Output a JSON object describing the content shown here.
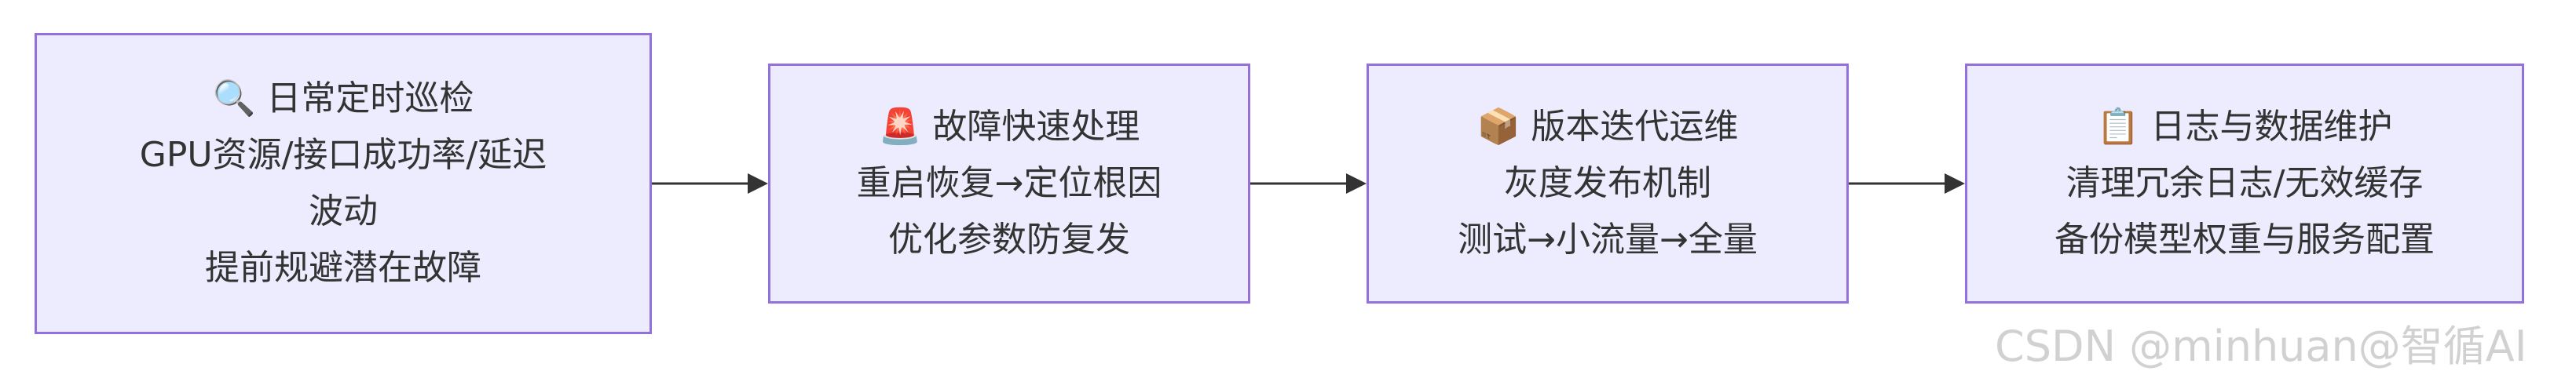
{
  "nodes": [
    {
      "icon": "magnifying-glass-icon",
      "icon_glyph": "🔍",
      "title": "日常定时巡检",
      "lines": [
        "GPU资源/接口成功率/延迟",
        "波动",
        "提前规避潜在故障"
      ]
    },
    {
      "icon": "siren-icon",
      "icon_glyph": "🚨",
      "title": "故障快速处理",
      "lines": [
        "重启恢复→定位根因",
        "优化参数防复发"
      ]
    },
    {
      "icon": "package-icon",
      "icon_glyph": "📦",
      "title": "版本迭代运维",
      "lines": [
        "灰度发布机制",
        "测试→小流量→全量"
      ]
    },
    {
      "icon": "clipboard-icon",
      "icon_glyph": "📋",
      "title": "日志与数据维护",
      "lines": [
        "清理冗余日志/无效缓存",
        "备份模型权重与服务配置"
      ]
    }
  ],
  "watermark": "CSDN @minhuan@智循AI",
  "colors": {
    "node_fill": "#ececfe",
    "node_border": "#9470db",
    "text": "#333333",
    "edge": "#333333"
  }
}
